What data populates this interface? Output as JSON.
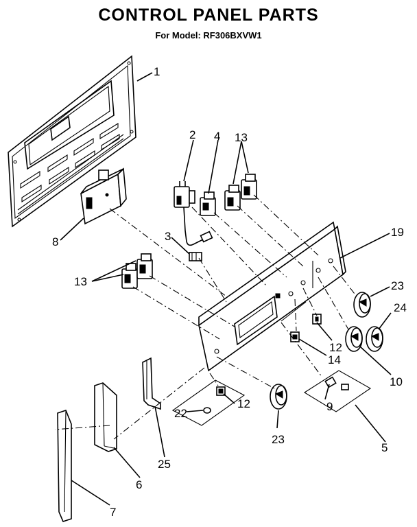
{
  "title": "CONTROL PANEL PARTS",
  "subtitle": "For Model: RF306BXVW1",
  "callouts": {
    "c1": "1",
    "c2": "2",
    "c3": "3",
    "c4": "4",
    "c13a": "13",
    "c13b": "13",
    "c8": "8",
    "c19": "19",
    "c23a": "23",
    "c24": "24",
    "c12a": "12",
    "c14": "14",
    "c10": "10",
    "c9": "9",
    "c5": "5",
    "c22": "22",
    "c12b": "12",
    "c23b": "23",
    "c25": "25",
    "c6": "6",
    "c7": "7"
  }
}
